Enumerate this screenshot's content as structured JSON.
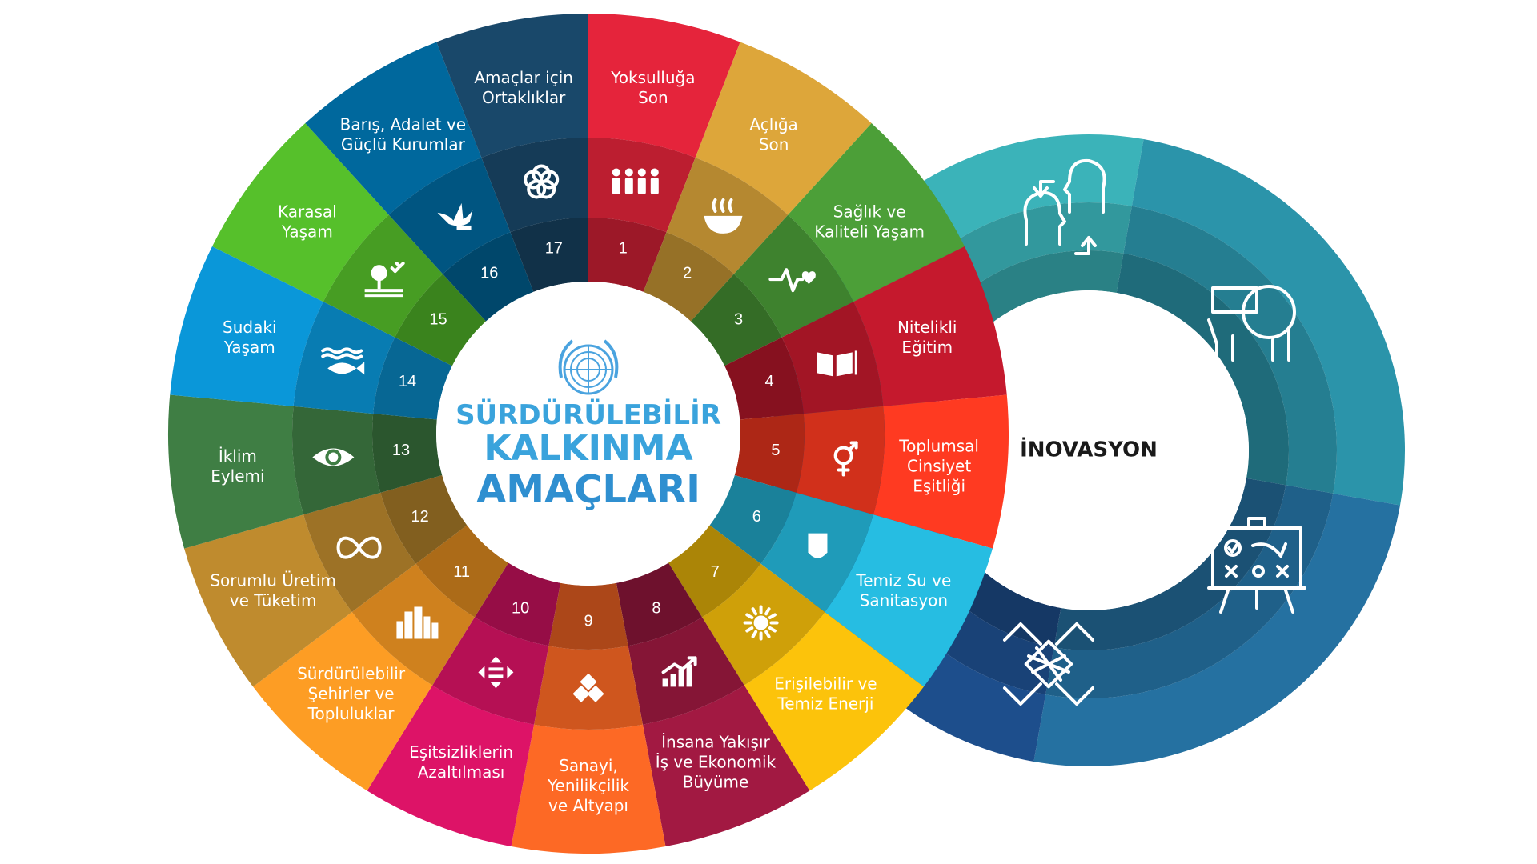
{
  "center": {
    "title_lines": [
      "SÜRDÜRÜLEBİLİR",
      "KALKINMA",
      "AMAÇLARI"
    ]
  },
  "goals": [
    {
      "num": "1",
      "lines": [
        "Yoksulluğa",
        "Son"
      ],
      "color": "#e5243b",
      "icon": "people-icon"
    },
    {
      "num": "2",
      "lines": [
        "Açlığa",
        "Son"
      ],
      "color": "#dda63a",
      "icon": "bowl-icon"
    },
    {
      "num": "3",
      "lines": [
        "Sağlık ve",
        "Kaliteli Yaşam"
      ],
      "color": "#4c9f38",
      "icon": "heartbeat-icon"
    },
    {
      "num": "4",
      "lines": [
        "Nitelikli",
        "Eğitim"
      ],
      "color": "#c5192d",
      "icon": "book-icon"
    },
    {
      "num": "5",
      "lines": [
        "Toplumsal",
        "Cinsiyet",
        "Eşitliği"
      ],
      "color": "#ff3a21",
      "icon": "gender-icon"
    },
    {
      "num": "6",
      "lines": [
        "Temiz Su ve",
        "Sanitasyon"
      ],
      "color": "#26bde2",
      "icon": "water-drop-icon"
    },
    {
      "num": "7",
      "lines": [
        "Erişilebilir ve",
        "Temiz Enerji"
      ],
      "color": "#fcc30b",
      "icon": "sun-icon"
    },
    {
      "num": "8",
      "lines": [
        "İnsana Yakışır",
        "İş ve Ekonomik",
        "Büyüme"
      ],
      "color": "#a21942",
      "icon": "growth-chart-icon"
    },
    {
      "num": "9",
      "lines": [
        "Sanayi,",
        "Yenilikçilik",
        "ve Altyapı"
      ],
      "color": "#fd6925",
      "icon": "cubes-icon"
    },
    {
      "num": "10",
      "lines": [
        "Eşitsizliklerin",
        "Azaltılması"
      ],
      "color": "#dd1367",
      "icon": "equality-icon"
    },
    {
      "num": "11",
      "lines": [
        "Sürdürülebilir",
        "Şehirler ve",
        "Topluluklar"
      ],
      "color": "#fd9d24",
      "icon": "city-icon"
    },
    {
      "num": "12",
      "lines": [
        "Sorumlu Üretim",
        "ve Tüketim"
      ],
      "color": "#bf8b2e",
      "icon": "infinity-icon"
    },
    {
      "num": "13",
      "lines": [
        "İklim",
        "Eylemi"
      ],
      "color": "#3f7e44",
      "icon": "eye-globe-icon"
    },
    {
      "num": "14",
      "lines": [
        "Sudaki",
        "Yaşam"
      ],
      "color": "#0a97d9",
      "icon": "fish-icon"
    },
    {
      "num": "15",
      "lines": [
        "Karasal",
        "Yaşam"
      ],
      "color": "#56c02b",
      "icon": "tree-icon"
    },
    {
      "num": "16",
      "lines": [
        "Barış, Adalet ve",
        "Güçlü Kurumlar"
      ],
      "color": "#00689d",
      "icon": "dove-icon"
    },
    {
      "num": "17",
      "lines": [
        "Amaçlar için",
        "Ortaklıklar"
      ],
      "color": "#19486a",
      "icon": "flower-icon"
    }
  ],
  "innovation": {
    "label": "İNOVASYON",
    "segments": [
      {
        "color": "#3bb3b9",
        "icon": "exchange-heads-icon"
      },
      {
        "color": "#2b94aa",
        "icon": "vr-headset-icon"
      },
      {
        "color": "#2571a1",
        "icon": "strategy-board-icon"
      },
      {
        "color": "#1d4e8c",
        "icon": "teamwork-hands-icon"
      }
    ]
  },
  "colors": {
    "title_light": "#3aa3dc",
    "title_mid": "#2f8fd0",
    "un_emblem": "#4aa3df"
  }
}
